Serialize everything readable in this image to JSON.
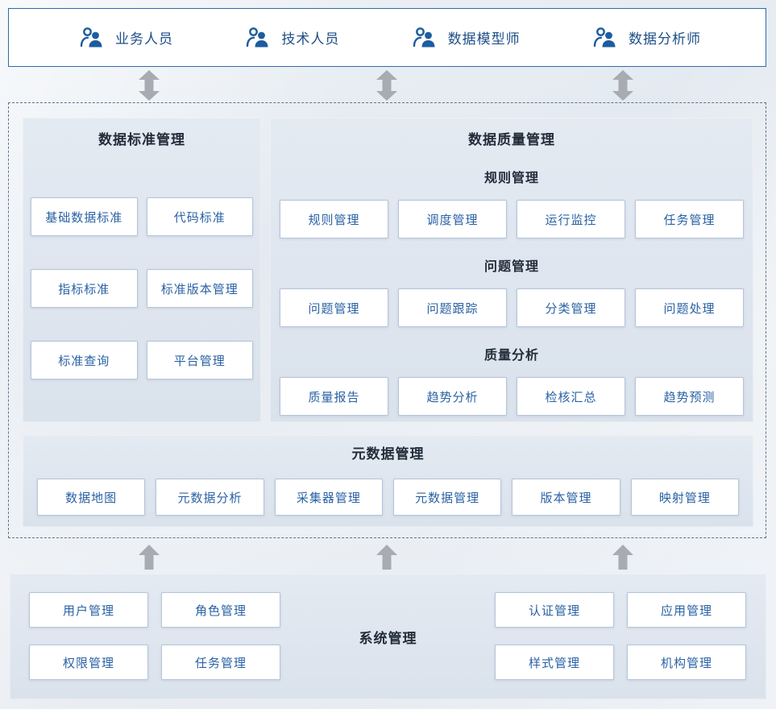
{
  "colors": {
    "accent_blue": "#2e6bad",
    "button_text": "#2a62a5",
    "button_border": "#b5c4d8",
    "panel_bg": "#dde4ee",
    "title_text": "#232d3a",
    "arrow_gray": "#a8acb2",
    "dashed_border": "#5b748d"
  },
  "roles": [
    {
      "label": "业务人员"
    },
    {
      "label": "技术人员"
    },
    {
      "label": "数据模型师"
    },
    {
      "label": "数据分析师"
    }
  ],
  "standard_panel": {
    "title": "数据标准管理",
    "items": [
      "基础数据标准",
      "代码标准",
      "指标标准",
      "标准版本管理",
      "标准查询",
      "平台管理"
    ]
  },
  "quality_panel": {
    "title": "数据质量管理",
    "groups": [
      {
        "title": "规则管理",
        "items": [
          "规则管理",
          "调度管理",
          "运行监控",
          "任务管理"
        ]
      },
      {
        "title": "问题管理",
        "items": [
          "问题管理",
          "问题跟踪",
          "分类管理",
          "问题处理"
        ]
      },
      {
        "title": "质量分析",
        "items": [
          "质量报告",
          "趋势分析",
          "检核汇总",
          "趋势预测"
        ]
      }
    ]
  },
  "metadata_panel": {
    "title": "元数据管理",
    "items": [
      "数据地图",
      "元数据分析",
      "采集器管理",
      "元数据管理",
      "版本管理",
      "映射管理"
    ]
  },
  "system_panel": {
    "title": "系统管理",
    "left_items": [
      "用户管理",
      "角色管理",
      "权限管理",
      "任务管理"
    ],
    "right_items": [
      "认证管理",
      "应用管理",
      "样式管理",
      "机构管理"
    ]
  }
}
